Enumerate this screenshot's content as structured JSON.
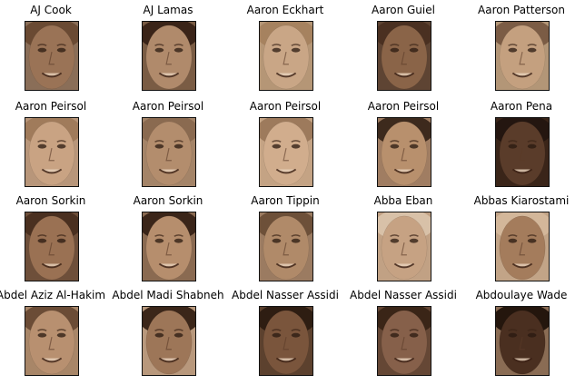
{
  "faces": [
    {
      "label": "AJ Cook",
      "skin": "#9a7356",
      "hair": "#6a4a33",
      "bg": "#8a6e58"
    },
    {
      "label": "AJ Lamas",
      "skin": "#b08a6b",
      "hair": "#3a2418",
      "bg": "#7a5c44"
    },
    {
      "label": "Aaron Eckhart",
      "skin": "#c9a686",
      "hair": "#a6825f",
      "bg": "#b59676"
    },
    {
      "label": "Aaron Guiel",
      "skin": "#8a6448",
      "hair": "#4a3021",
      "bg": "#5e4433"
    },
    {
      "label": "Aaron Patterson",
      "skin": "#c4a07f",
      "hair": "#7b5c45",
      "bg": "#b39677"
    },
    {
      "label": "Aaron Peirsol",
      "skin": "#c9a383",
      "hair": "#a07b5b",
      "bg": "#b8967a"
    },
    {
      "label": "Aaron Peirsol",
      "skin": "#b38d6d",
      "hair": "#8a6a50",
      "bg": "#a48468"
    },
    {
      "label": "Aaron Peirsol",
      "skin": "#d1ad8d",
      "hair": "#9d7a5c",
      "bg": "#c4a384"
    },
    {
      "label": "Aaron Peirsol",
      "skin": "#b8906d",
      "hair": "#3d2a1d",
      "bg": "#a07d62"
    },
    {
      "label": "Aaron Pena",
      "skin": "#5a3c2a",
      "hair": "#241610",
      "bg": "#3a2519"
    },
    {
      "label": "Aaron Sorkin",
      "skin": "#9a7153",
      "hair": "#4a3020",
      "bg": "#6e4f3a"
    },
    {
      "label": "Aaron Sorkin",
      "skin": "#b68e6d",
      "hair": "#3a2519",
      "bg": "#8a6a51"
    },
    {
      "label": "Aaron Tippin",
      "skin": "#b08a69",
      "hair": "#6d5039",
      "bg": "#9b7b61"
    },
    {
      "label": "Abba Eban",
      "skin": "#c6a283",
      "hair": "#d8c1a8",
      "bg": "#c1a184"
    },
    {
      "label": "Abbas Kiarostami",
      "skin": "#a47c5c",
      "hair": "#d3b79a",
      "bg": "#c2a487"
    },
    {
      "label": "Abdel Aziz Al-Hakim",
      "skin": "#b89070",
      "hair": "#6b4c36",
      "bg": "#a88668"
    },
    {
      "label": "Abdel Madi Shabneh",
      "skin": "#9d7658",
      "hair": "#3b2619",
      "bg": "#b8987c"
    },
    {
      "label": "Abdel Nasser Assidi",
      "skin": "#7a553c",
      "hair": "#2e1d12",
      "bg": "#5c412e"
    },
    {
      "label": "Abdel Nasser Assidi",
      "skin": "#86604a",
      "hair": "#3a2517",
      "bg": "#654735"
    },
    {
      "label": "Abdoulaye Wade",
      "skin": "#4a2f20",
      "hair": "#24160d",
      "bg": "#8a6c54"
    }
  ]
}
